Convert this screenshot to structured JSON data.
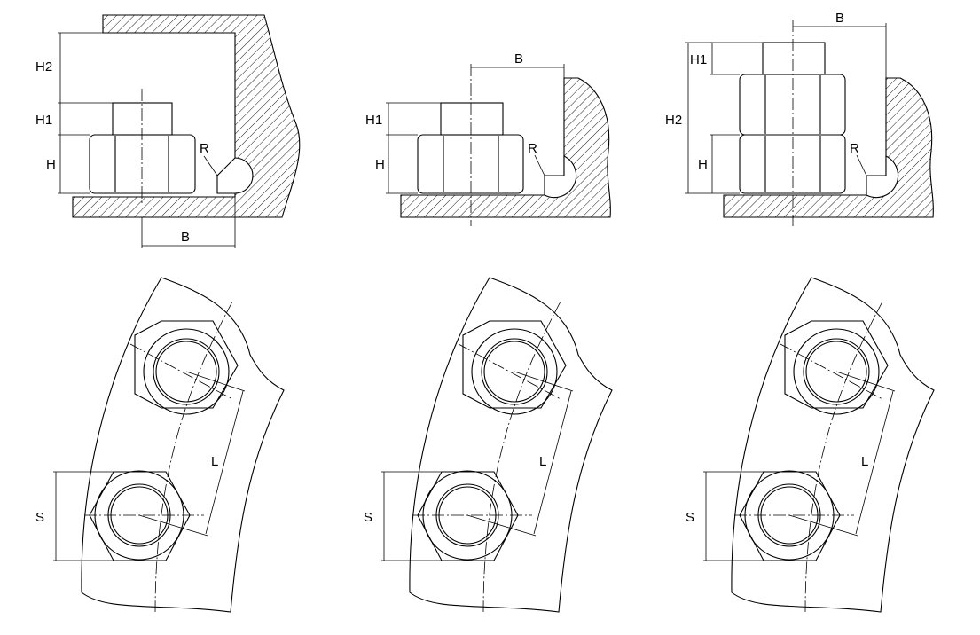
{
  "labels": {
    "h": "H",
    "h1": "H1",
    "h2": "H2",
    "b": "B",
    "r": "R",
    "s": "S",
    "l": "L"
  }
}
